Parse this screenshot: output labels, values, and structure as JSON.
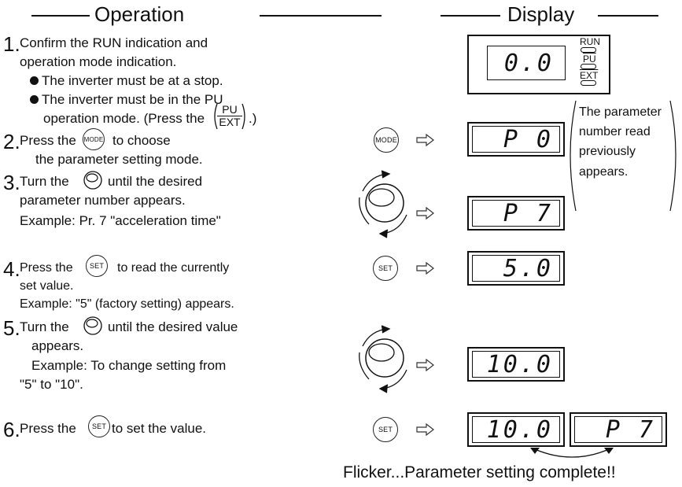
{
  "headers": {
    "operation": "Operation",
    "display": "Display"
  },
  "steps": [
    {
      "num": "1.",
      "lines": [
        "Confirm the RUN indication and",
        "operation mode indication."
      ],
      "bullets": [
        "The inverter must be at a stop.",
        "The inverter must be in the PU",
        "operation mode. (Press the",
        ".)"
      ]
    },
    {
      "num": "2.",
      "lines": [
        "Press the",
        "to choose",
        "the parameter setting mode."
      ]
    },
    {
      "num": "3.",
      "lines": [
        "Turn the",
        "until the desired",
        "parameter number appears.",
        "Example: Pr. 7 \"acceleration time\""
      ]
    },
    {
      "num": "4.",
      "lines": [
        "Press the",
        "to read the currently",
        "set value.",
        "Example: \"5\" (factory setting) appears."
      ]
    },
    {
      "num": "5.",
      "lines": [
        "Turn the",
        "until the desired value",
        "appears.",
        "Example: To change setting from",
        "\"5\" to \"10\"."
      ]
    },
    {
      "num": "6.",
      "lines": [
        "Press the",
        "to set the value."
      ]
    }
  ],
  "buttons": {
    "pu": "PU",
    "ext": "EXT",
    "mode": "MODE",
    "set": "SET"
  },
  "indicators": {
    "run": "RUN",
    "pu": "PU",
    "ext": "EXT"
  },
  "displays": {
    "initial": "0.0",
    "param_p0": "P  0",
    "param_p7": "P  7",
    "value_5": "5.0",
    "value_10": "10.0",
    "final_left": "10.0",
    "final_right": "P  7"
  },
  "note": [
    "The parameter",
    "number read",
    "previously",
    "appears."
  ],
  "footer": "Flicker...Parameter setting complete!!"
}
